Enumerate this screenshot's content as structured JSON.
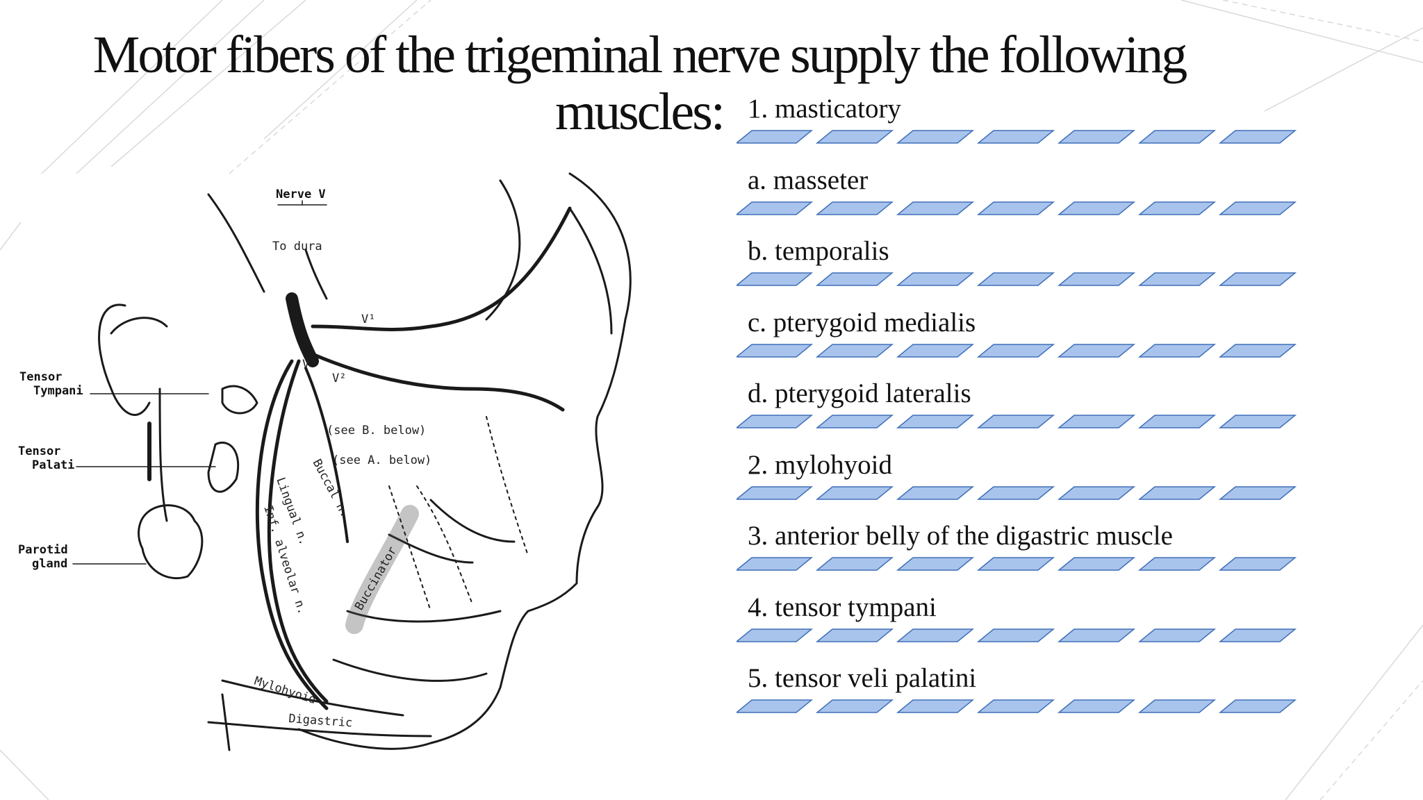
{
  "slide": {
    "title": "Motor fibers of the trigeminal nerve supply the following muscles:"
  },
  "figure": {
    "labels": {
      "nerve_v": "Nerve V",
      "to_dura": "To dura",
      "v1": "V¹",
      "v2": "V²",
      "v3": "V³",
      "see_b": "(see B. below)",
      "see_a": "(see A. below)",
      "tensor_tympani_1": "Tensor",
      "tensor_tympani_2": "Tympani",
      "tensor_palati_1": "Tensor",
      "tensor_palati_2": "Palati",
      "parotid_1": "Parotid",
      "parotid_2": "gland",
      "buccal": "Buccal n.",
      "lingual": "Lingual n.",
      "inf_alveolar": "Inf. alveolar n.",
      "buccinator": "Buccinator",
      "mylohyoid": "Mylohyoid",
      "digastric": "Digastric"
    }
  },
  "list": {
    "items": [
      "1. masticatory",
      "a. masseter",
      "b. temporalis",
      "c. pterygoid medialis",
      "d. pterygoid lateralis",
      "2. mylohyoid",
      "3. anterior belly of the digastric muscle",
      "4. tensor tympani",
      "5. tensor veli palatini"
    ]
  },
  "colors": {
    "strip_fill": "#a9c4ec",
    "strip_stroke": "#3f6fb8",
    "title": "#111111",
    "line_art": "#1a1a1a"
  }
}
